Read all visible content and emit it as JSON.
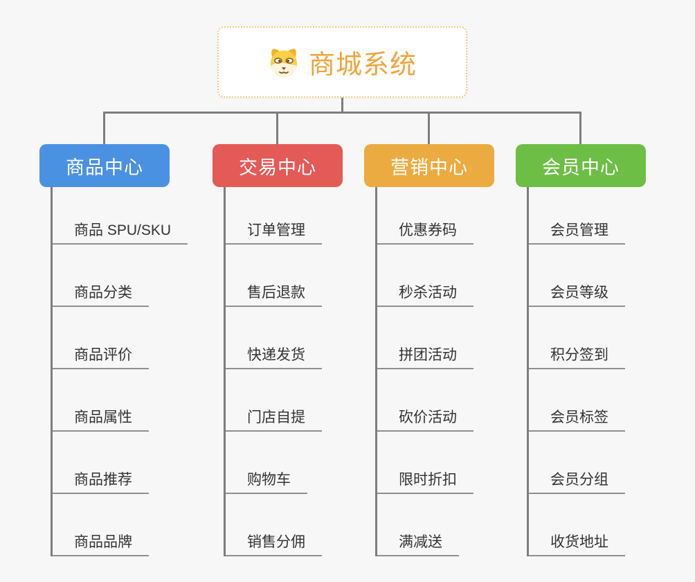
{
  "page": {
    "background": "#f7f7f7",
    "connector_color": "#7d7d7d"
  },
  "root": {
    "label": "商城系统",
    "icon": "dog-face-icon",
    "text_color": "#f0a43c",
    "border_color": "#f6c87e"
  },
  "branches": [
    {
      "label": "商品中心",
      "color": "#4b91e2",
      "children": [
        "商品 SPU/SKU",
        "商品分类",
        "商品评价",
        "商品属性",
        "商品推荐",
        "商品品牌"
      ]
    },
    {
      "label": "交易中心",
      "color": "#e45a57",
      "children": [
        "订单管理",
        "售后退款",
        "快递发货",
        "门店自提",
        "购物车",
        "销售分佣"
      ]
    },
    {
      "label": "营销中心",
      "color": "#ecab41",
      "children": [
        "优惠券码",
        "秒杀活动",
        "拼团活动",
        "砍价活动",
        "限时折扣",
        "满减送"
      ]
    },
    {
      "label": "会员中心",
      "color": "#6dbe45",
      "children": [
        "会员管理",
        "会员等级",
        "积分签到",
        "会员标签",
        "会员分组",
        "收货地址"
      ]
    }
  ]
}
